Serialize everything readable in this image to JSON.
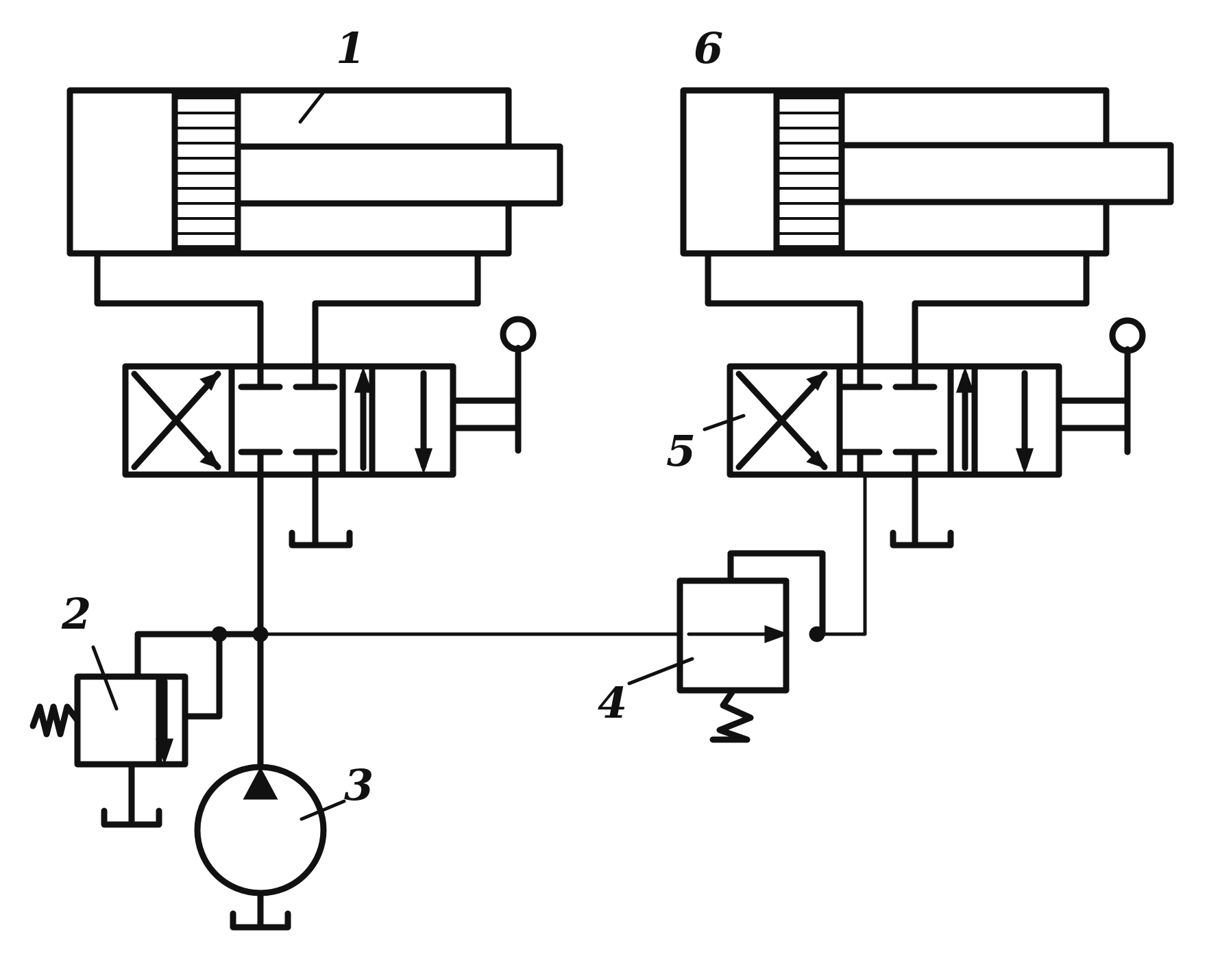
{
  "labels": {
    "cylinder_left": "1",
    "relief_valve": "2",
    "pump": "3",
    "pressure_valve": "4",
    "valve_right": "5",
    "cylinder_right": "6"
  },
  "colors": {
    "line": "#111111",
    "background": "#ffffff"
  }
}
